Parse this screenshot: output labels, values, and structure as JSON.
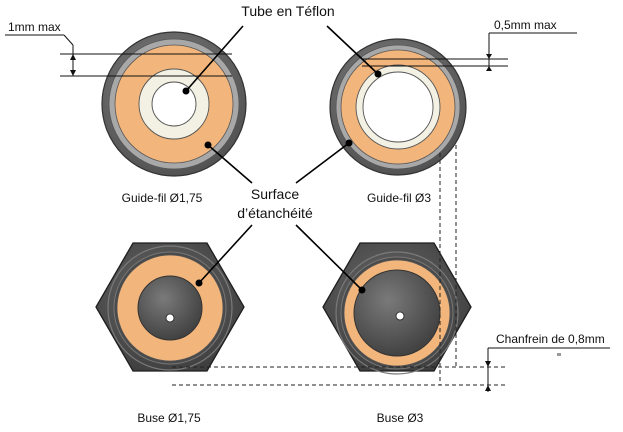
{
  "labels": {
    "tube_teflon": "Tube en Téflon",
    "surface_line1": "Surface",
    "surface_line2": "d’étanchéité",
    "guide_175": "Guide-fil Ø1,75",
    "guide_3": "Guide-fil Ø3",
    "buse_175": "Buse Ø1,75",
    "buse_3": "Buse Ø3",
    "dim_1mm": "1mm max",
    "dim_05mm": "0,5mm max",
    "dim_chanfrein": "Chanfrein de 0,8mm"
  },
  "colors": {
    "teflon": "#f2f1e4",
    "sealing_surface": "#f2b57c",
    "metal_outer": "#6e6e6e",
    "metal_rim": "#a9a9a9",
    "metal_dark": "#464646",
    "nozzle_core": "#5a5a5a"
  },
  "icons": {
    "dimension_marker": "small-dimension-mark"
  }
}
